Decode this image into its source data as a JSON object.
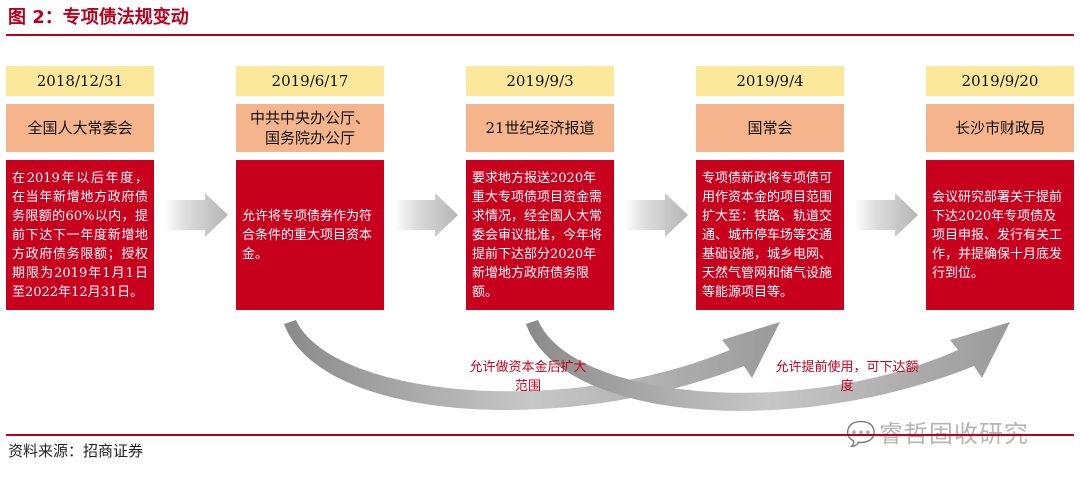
{
  "header": {
    "title": "图 2：专项债法规变动"
  },
  "timeline": [
    {
      "date": "2018/12/31",
      "org": "全国人大常委会",
      "desc": "在2019年以后年度，在当年新增地方政府债务限额的60%以内，提前下达下一年度新增地方政府债务限额；授权期限为2019年1月1日至2022年12月31日。"
    },
    {
      "date": "2019/6/17",
      "org": "中共中央办公厅、国务院办公厅",
      "desc": "允许将专项债券作为符合条件的重大项目资本金。"
    },
    {
      "date": "2019/9/3",
      "org": "21世纪经济报道",
      "desc": "要求地方报送2020年重大专项债项目资金需求情况，经全国人大常委会审议批准，今年将提前下达部分2020年新增地方政府债务限额。"
    },
    {
      "date": "2019/9/4",
      "org": "国常会",
      "desc": "专项债新政将专项债可用作资本金的项目范围扩大至：铁路、轨道交通、城市停车场等交通基础设施，城乡电网、天然气管网和储气设施等能源项目等。"
    },
    {
      "date": "2019/9/20",
      "org": "长沙市财政局",
      "desc": "会议研究部署关于提前下达2020年专项债及项目申报、发行有关工作，并提确保十月底发行到位。"
    }
  ],
  "notes": {
    "left": "允许做资本金后扩大范围",
    "right": "允许提前使用，可下达额度"
  },
  "footer": {
    "source": "资料来源：招商证券"
  },
  "watermark": {
    "text": "睿哲固收研究"
  },
  "colors": {
    "accent": "#b8001f",
    "date_fill": "#fce89a",
    "org_fill": "#f6b48c",
    "desc_fill": "#c8001e",
    "arrow_gray": "#bdbdbd"
  }
}
